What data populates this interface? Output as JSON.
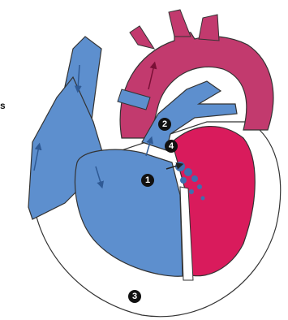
{
  "colors": {
    "deoxygenated": "#5d8fce",
    "deoxygenated_dark": "#3f6fae",
    "oxygenated": "#d91b5c",
    "oxygenated_light": "#c23a6e",
    "outline": "#333333",
    "background": "#ffffff"
  },
  "edge_label": "s",
  "markers": [
    {
      "id": "marker-1",
      "label": "1"
    },
    {
      "id": "marker-2",
      "label": "2"
    },
    {
      "id": "marker-3",
      "label": "3"
    },
    {
      "id": "marker-4",
      "label": "4"
    }
  ]
}
